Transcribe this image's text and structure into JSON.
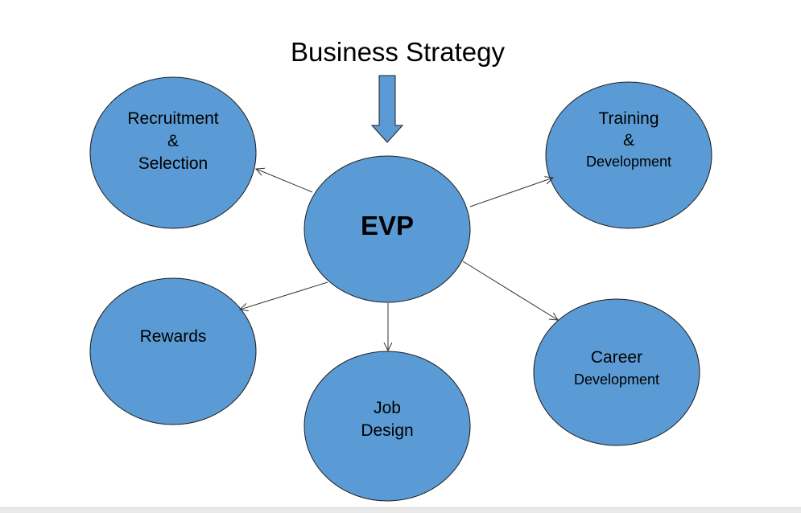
{
  "diagram": {
    "title": "Business Strategy",
    "center": {
      "label": "EVP"
    },
    "nodes": {
      "recruitment": {
        "line1": "Recruitment",
        "line2": "&",
        "line3": "Selection"
      },
      "training": {
        "line1": "Training",
        "line2": "&",
        "line3": "Development"
      },
      "rewards": {
        "line1": "Rewards"
      },
      "job_design": {
        "line1": "Job",
        "line2": "Design"
      },
      "career": {
        "line1": "Career",
        "line2": "Development"
      }
    },
    "colors": {
      "bubble_fill": "#5b9bd5",
      "bubble_stroke": "#1f1f1f",
      "arrow_fill": "#5b9bd5",
      "connector": "#333333"
    }
  }
}
